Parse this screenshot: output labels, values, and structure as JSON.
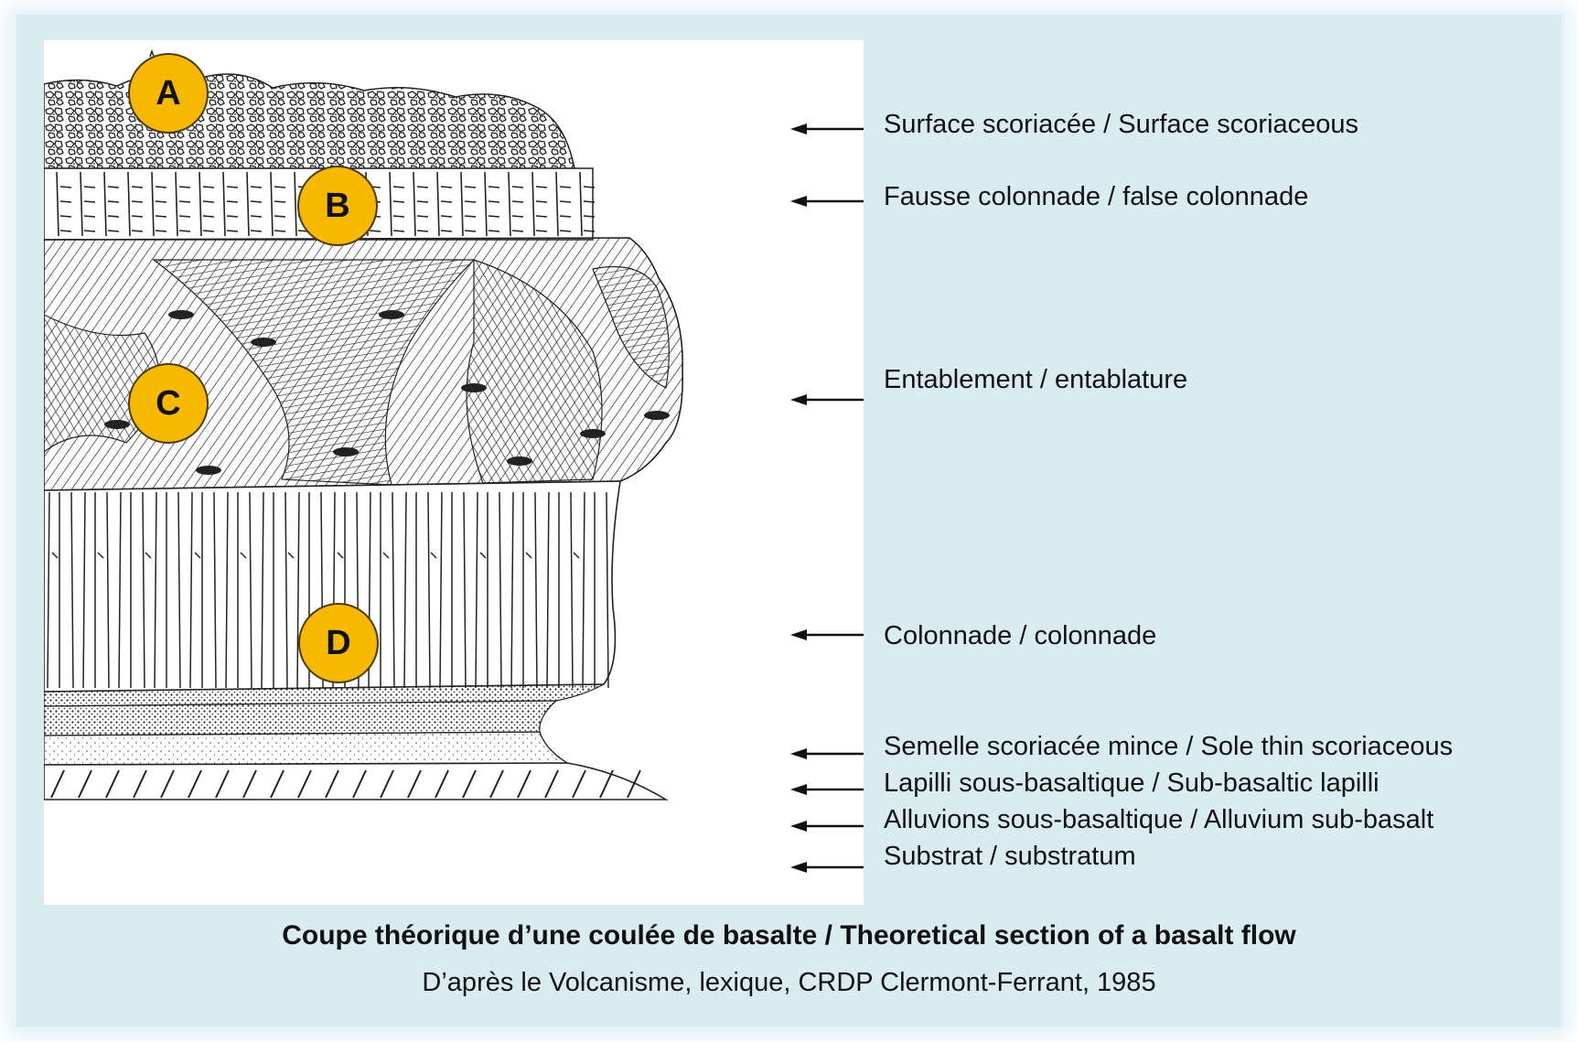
{
  "badges": [
    {
      "id": "A",
      "text": "A"
    },
    {
      "id": "B",
      "text": "B"
    },
    {
      "id": "C",
      "text": "C"
    },
    {
      "id": "D",
      "text": "D"
    }
  ],
  "labels": [
    {
      "text": "Surface scoriacée / Surface scoriaceous"
    },
    {
      "text": "Fausse colonnade / false colonnade"
    },
    {
      "text": "Entablement / entablature"
    },
    {
      "text": "Colonnade / colonnade"
    },
    {
      "text": "Semelle scoriacée mince / Sole thin scoriaceous"
    },
    {
      "text": "Lapilli sous-basaltique / Sub-basaltic lapilli"
    },
    {
      "text": "Alluvions sous-basaltique / Alluvium sub-basalt"
    },
    {
      "text": "Substrat / substratum"
    }
  ],
  "caption": {
    "title": "Coupe théorique d’une coulée de basalte / Theoretical section of a basalt flow",
    "source": "D’après le Volcanisme, lexique, CRDP Clermont-Ferrant, 1985"
  },
  "colors": {
    "frame": "#d9ecef",
    "badge": "#f7b900",
    "ink": "#111111"
  }
}
